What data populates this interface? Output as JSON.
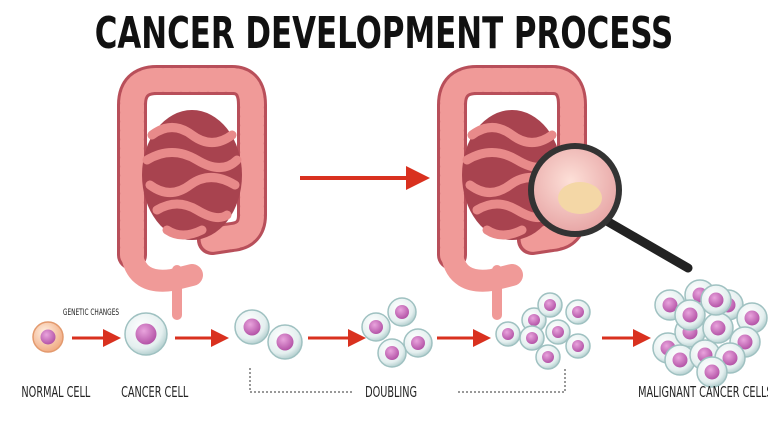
{
  "title": "CANCER DEVELOPMENT PROCESS",
  "labels": {
    "genetic_changes": "GENETIC CHANGES",
    "normal_cell": "NORMAL CELL",
    "cancer_cell": "CANCER CELL",
    "doubling": "DOUBLING",
    "malignant": "MALIGNANT CANCER CELLS"
  },
  "colors": {
    "arrow": "#d9311f",
    "intestine": "#e88a8a",
    "intestine_dark": "#b84f5a",
    "cell_membrane": "#cfe3e3",
    "nucleus": "#c35cb4",
    "normal_cell": "#f6c19c"
  }
}
